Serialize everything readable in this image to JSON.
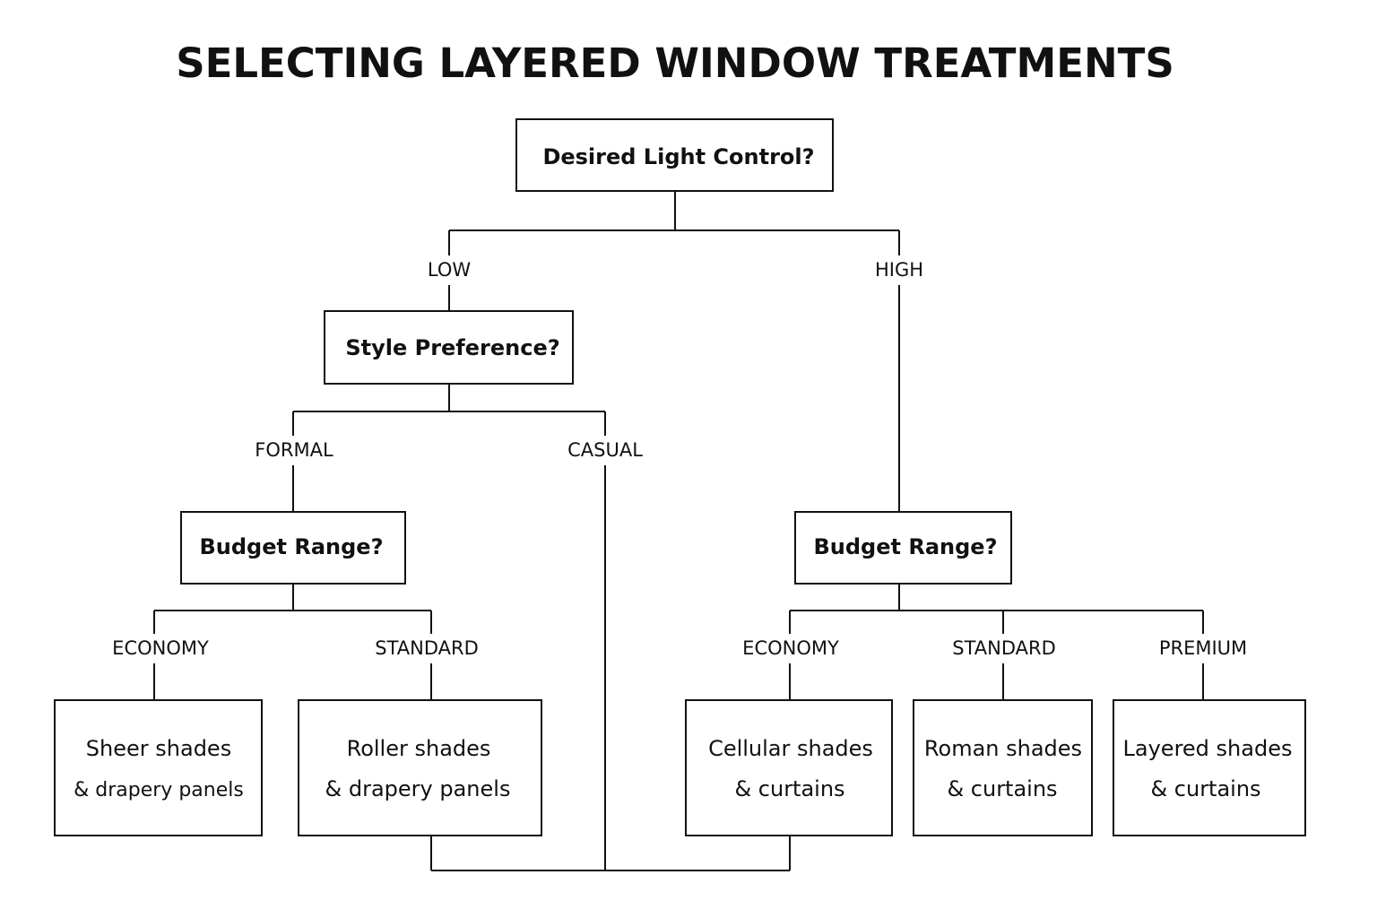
{
  "title": "SELECTING LAYERED WINDOW TREATMENTS",
  "questions": {
    "light_control": "Desired Light Control?",
    "style_preference": "Style Preference?",
    "budget_formal": "Budget Range?",
    "budget_high": "Budget Range?"
  },
  "branch_labels": {
    "low": "LOW",
    "high": "HIGH",
    "formal": "FORMAL",
    "casual": "CASUAL",
    "formal_economy": "ECONOMY",
    "formal_standard": "STANDARD",
    "high_economy": "ECONOMY",
    "high_standard": "STANDARD",
    "high_premium": "PREMIUM"
  },
  "results": {
    "sheer": {
      "line1": "Sheer shades",
      "line2": "& drapery panels"
    },
    "roller": {
      "line1": "Roller shades",
      "line2": "& drapery panels"
    },
    "cellular": {
      "line1": "Cellular shades",
      "line2": "& curtains"
    },
    "roman": {
      "line1": "Roman shades",
      "line2": "& curtains"
    },
    "layered": {
      "line1": "Layered shades",
      "line2": "& curtains"
    }
  }
}
